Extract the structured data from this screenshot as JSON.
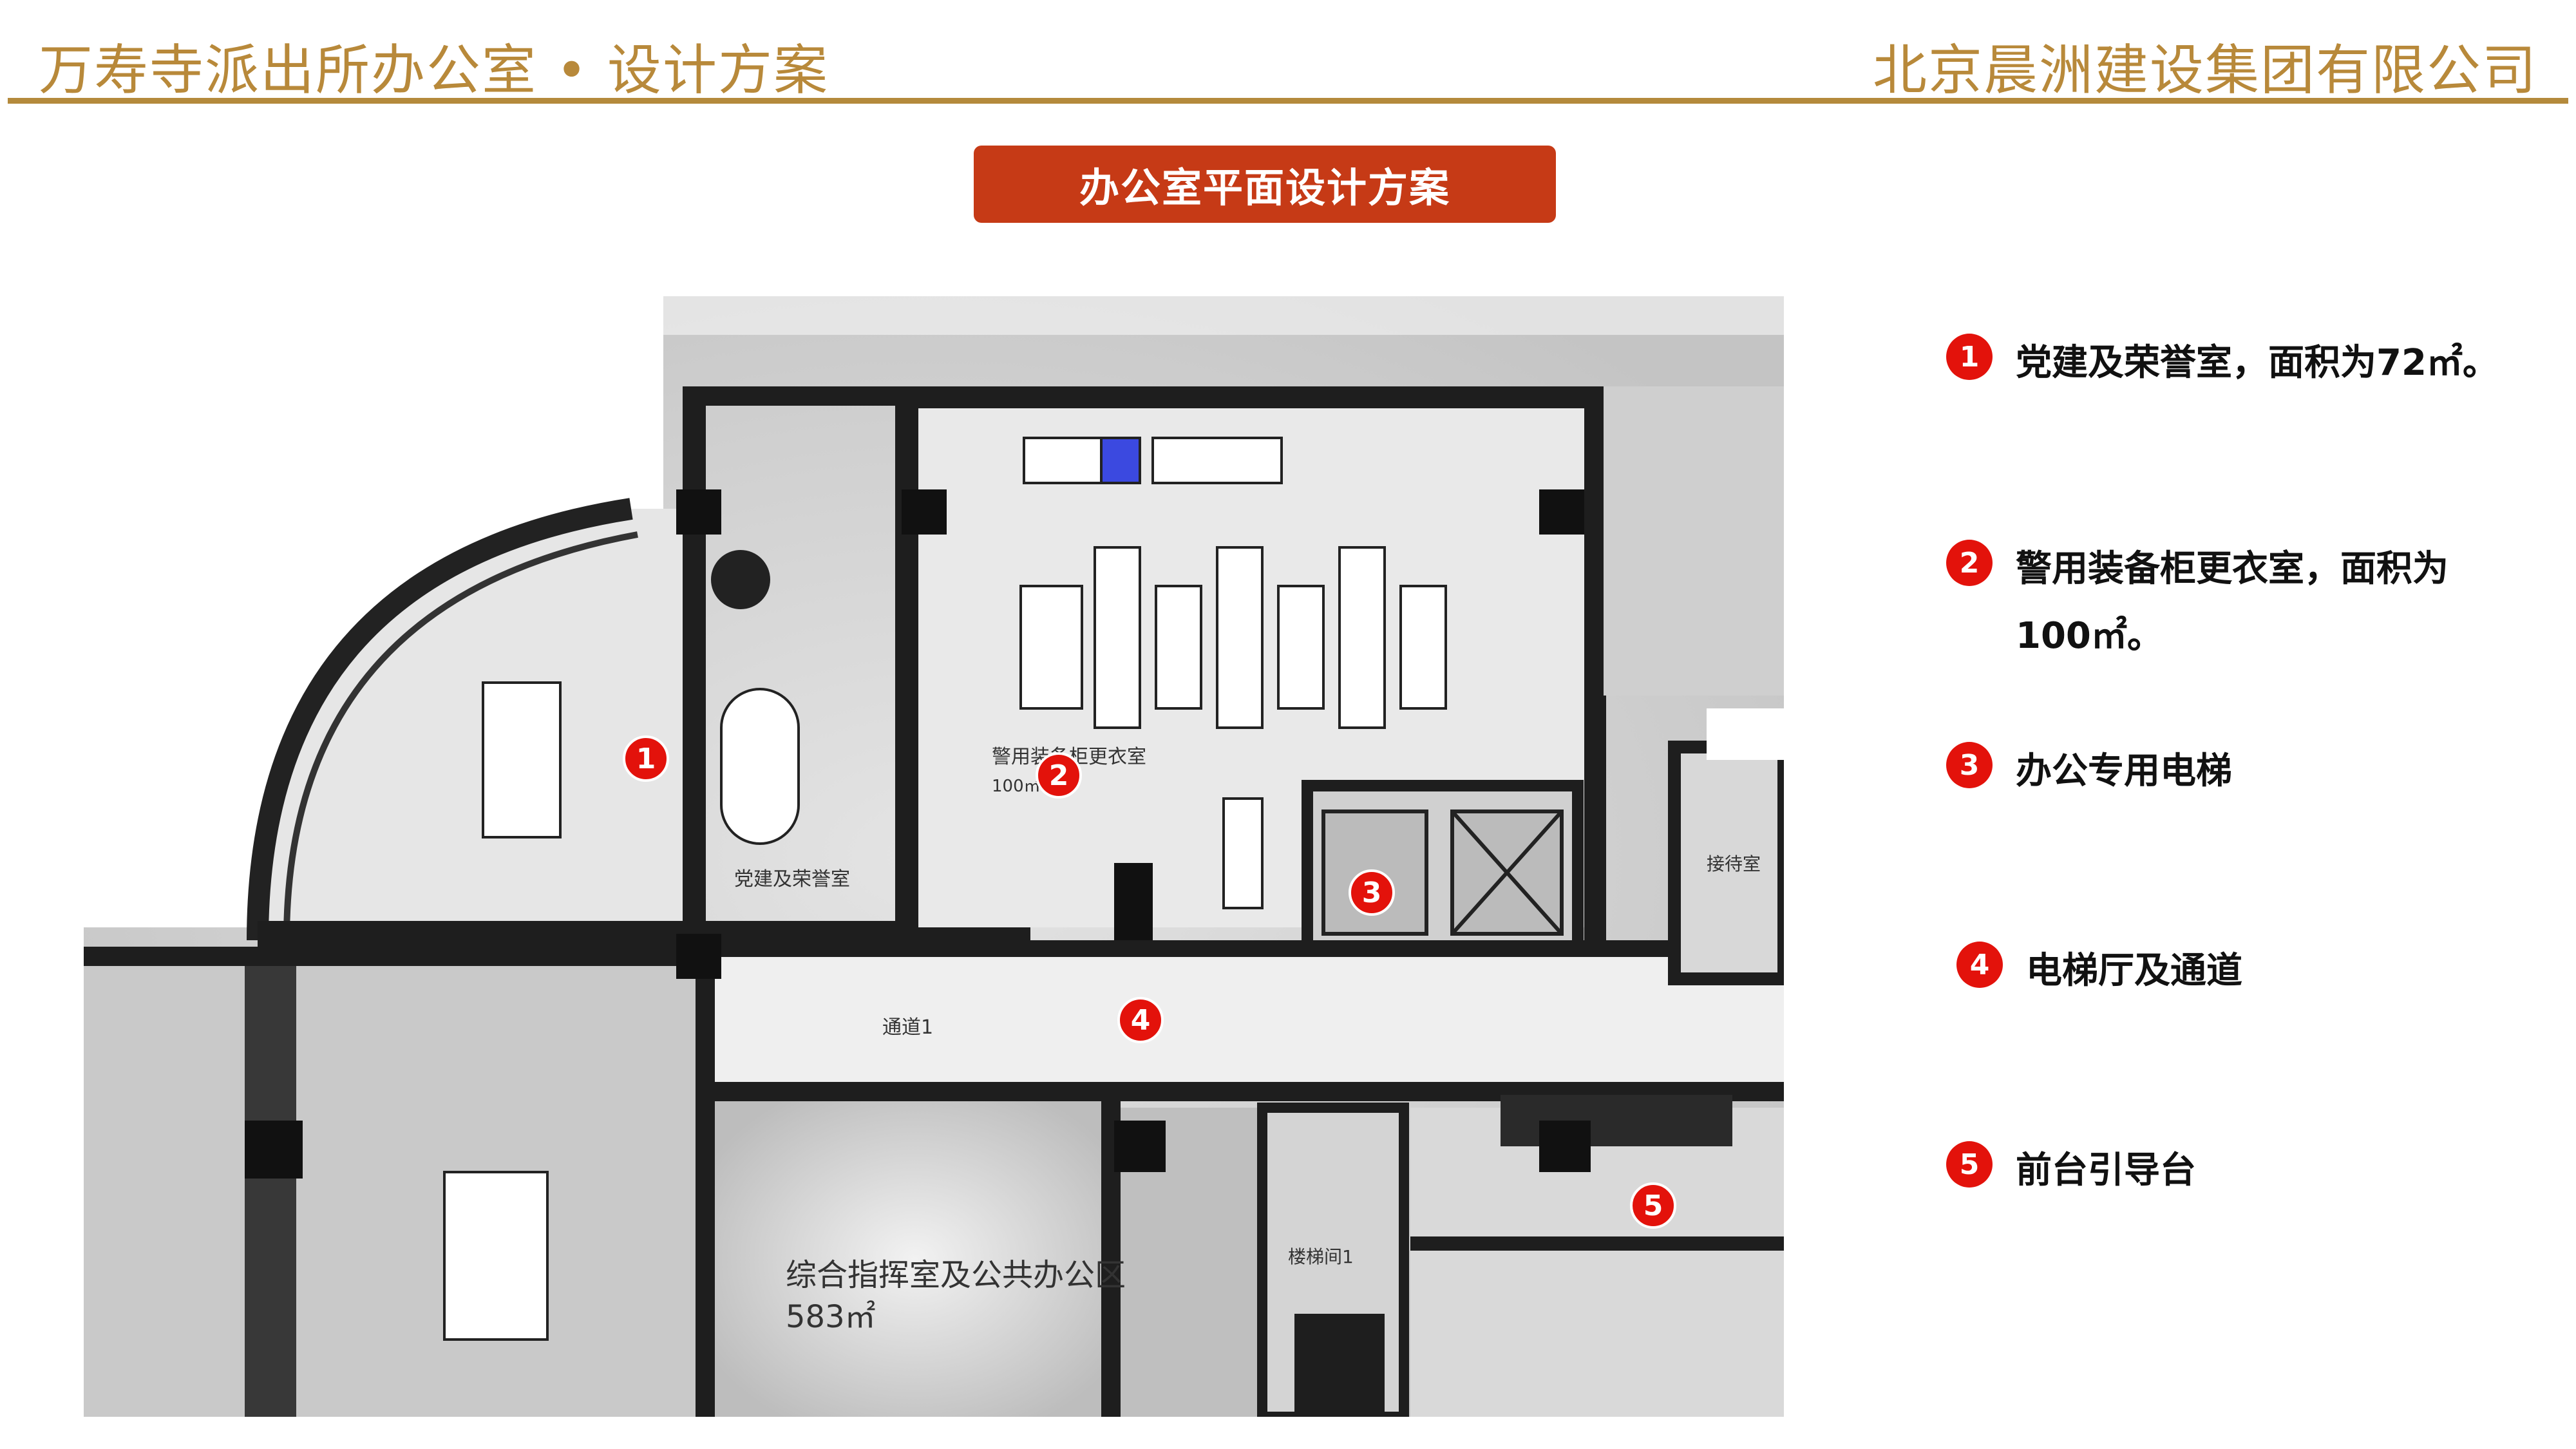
{
  "header": {
    "left_title": "万寿寺派出所办公室 • 设计方案",
    "right_title": "北京晨洲建设集团有限公司"
  },
  "section_title": "办公室平面设计方案",
  "plan": {
    "room_labels": {
      "room1": "党建及荣誉室",
      "room2": "警用装备柜更衣室",
      "room2_area": "100㎡",
      "corridor": "通道1",
      "main_hall": "综合指挥室及公共办公区",
      "main_hall_area": "583㎡",
      "stair": "楼梯间1",
      "side_room": "接待室"
    },
    "markers": [
      "1",
      "2",
      "3",
      "4",
      "5"
    ]
  },
  "legend": [
    {
      "num": "1",
      "text": "党建及荣誉室，面积为72㎡。"
    },
    {
      "num": "2",
      "text": "警用装备柜更衣室，面积为100㎡。"
    },
    {
      "num": "3",
      "text": "办公专用电梯"
    },
    {
      "num": "4",
      "text": "电梯厅及通道"
    },
    {
      "num": "5",
      "text": "前台引导台"
    }
  ],
  "colors": {
    "accent_gold": "#b48a3c",
    "title_red": "#c63a16",
    "marker_red": "#e3120b"
  }
}
